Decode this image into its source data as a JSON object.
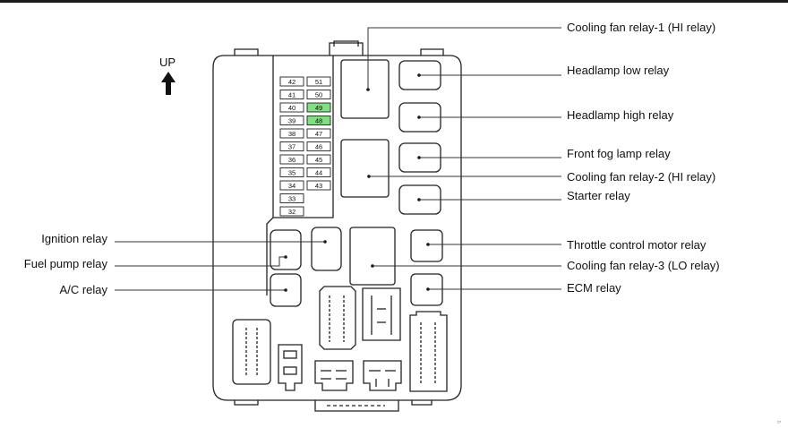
{
  "orientation": {
    "label": "UP"
  },
  "fuses": {
    "left_column": [
      "42",
      "41",
      "40",
      "39",
      "38",
      "37",
      "36",
      "35",
      "34",
      "33",
      "32"
    ],
    "right_column": [
      "51",
      "50",
      "49",
      "48",
      "47",
      "46",
      "45",
      "44",
      "43"
    ],
    "highlighted": [
      "49",
      "48"
    ],
    "highlight_color": "#7ee07e"
  },
  "labels_right": [
    "Cooling fan relay-1 (HI relay)",
    "Headlamp low relay",
    "Headlamp high relay",
    "Front fog lamp relay",
    "Cooling fan relay-2 (HI relay)",
    "Starter relay",
    "Throttle control motor relay",
    "Cooling fan relay-3 (LO relay)",
    "ECM relay"
  ],
  "labels_left": [
    "Ignition relay",
    "Fuel pump relay",
    "A/C relay"
  ],
  "corner_mark": "¹⁷"
}
